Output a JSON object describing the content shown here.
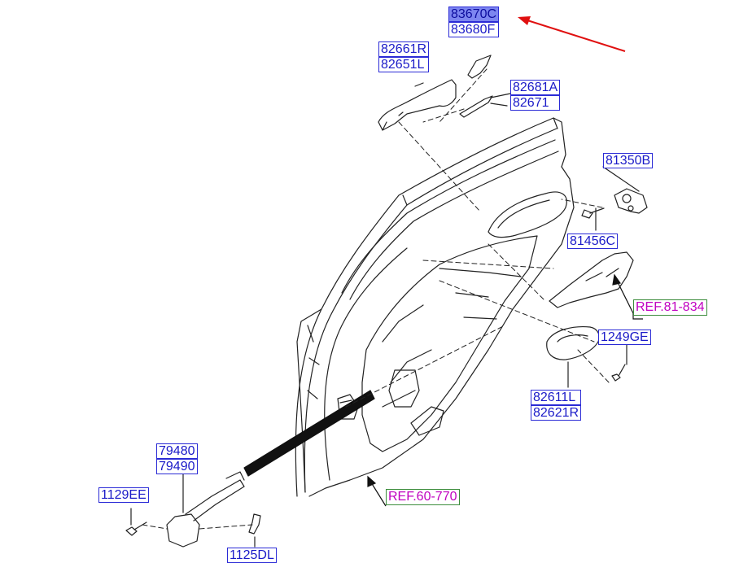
{
  "parts": {
    "p83670C": "83670C",
    "p83680F": "83680F",
    "p82661R": "82661R",
    "p82651L": "82651L",
    "p82681A": "82681A",
    "p82671": "82671",
    "p81350B": "81350B",
    "p81456C": "81456C",
    "p1249GE": "1249GE",
    "p82611L": "82611L",
    "p82621R": "82621R",
    "p79480": "79480",
    "p79490": "79490",
    "p1129EE": "1129EE",
    "p1125DL": "1125DL"
  },
  "refs": {
    "ref81834": "REF.81-834",
    "ref60770": "REF.60-770"
  },
  "colors": {
    "label_text": "#1a1ac8",
    "label_border": "#2b2bd6",
    "highlight_fill": "#7d86f0",
    "ref_text": "#c000c0",
    "ref_border": "#3c8c3c",
    "pointer_arrow": "#e01010"
  }
}
